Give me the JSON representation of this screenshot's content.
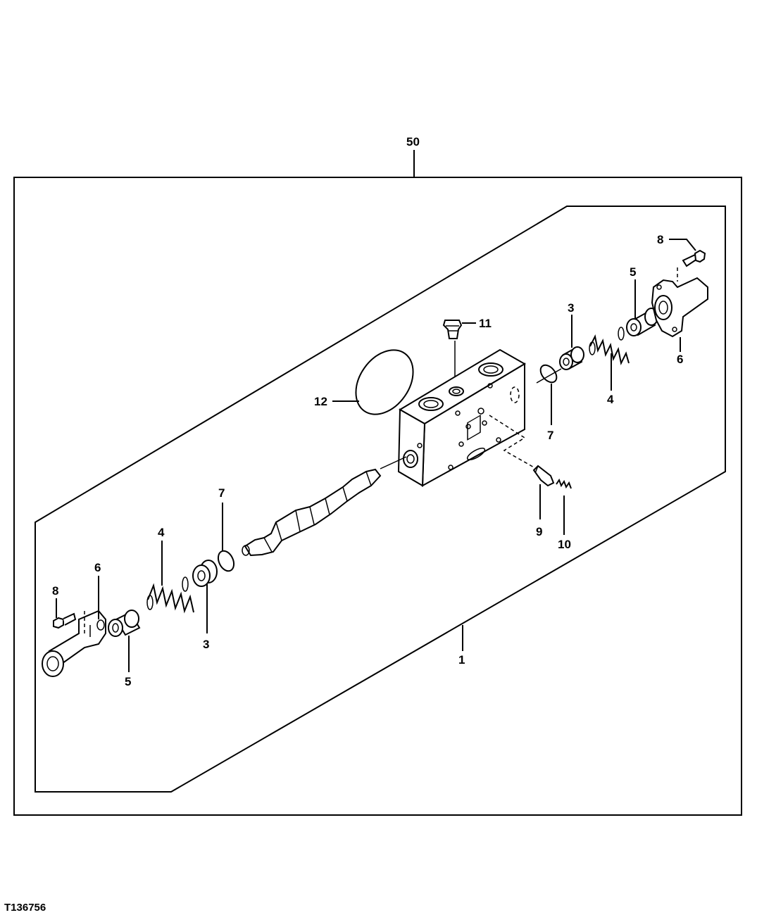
{
  "diagram": {
    "figure_code": "T136756",
    "callouts": {
      "assembly": "50",
      "housing": "1",
      "seat_left": "3",
      "seat_right": "3",
      "spring_left": "4",
      "spring_right": "4",
      "collar_left": "5",
      "collar_right": "5",
      "cover_left": "6",
      "cover_right": "6",
      "oring_left": "7",
      "oring_right": "7",
      "bolt_left": "8",
      "bolt_right": "8",
      "poppet": "9",
      "spring_small": "10",
      "plug": "11",
      "oring_large": "12"
    }
  }
}
